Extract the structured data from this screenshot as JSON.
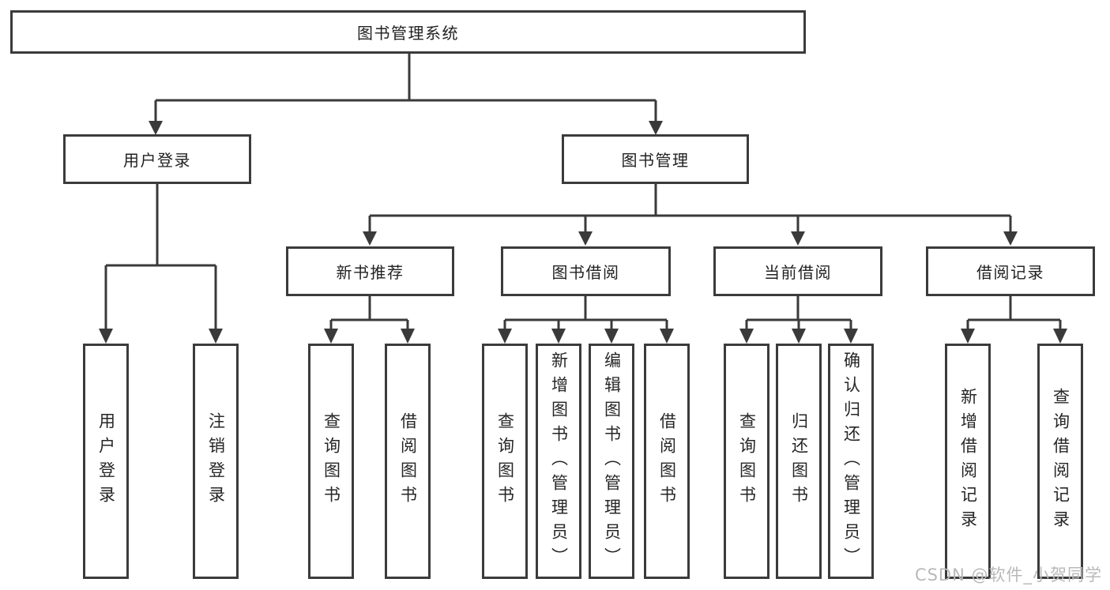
{
  "diagram": {
    "root": {
      "label": "图书管理系统"
    },
    "level2": {
      "user_login": {
        "label": "用户登录"
      },
      "book_mgmt": {
        "label": "图书管理"
      }
    },
    "level3": {
      "new_book_rec": {
        "label": "新书推荐"
      },
      "book_borrow": {
        "label": "图书借阅"
      },
      "current_borrow": {
        "label": "当前借阅"
      },
      "borrow_records": {
        "label": "借阅记录"
      }
    },
    "leaves": {
      "user_login": {
        "login": "用户登录",
        "logout": "注销登录"
      },
      "new_book_rec": {
        "query_books": "查询图书",
        "borrow_books": "借阅图书"
      },
      "book_borrow": {
        "query_books": "查询图书",
        "add_books": "新增图书（管理员）",
        "edit_books": "编辑图书（管理员）",
        "borrow_books": "借阅图书"
      },
      "current_borrow": {
        "query_books": "查询图书",
        "return_books": "归还图书",
        "confirm_return": "确认归还（管理员）"
      },
      "borrow_records": {
        "add_record": "新增借阅记录",
        "query_record": "查询借阅记录"
      }
    }
  },
  "watermark": {
    "text": "CSDN @软件_小贺同学"
  },
  "colors": {
    "line": "#3a3a3a",
    "border": "#3b3b3b",
    "text": "#262626",
    "watermark": "#b9b9b9",
    "background": "#ffffff"
  }
}
